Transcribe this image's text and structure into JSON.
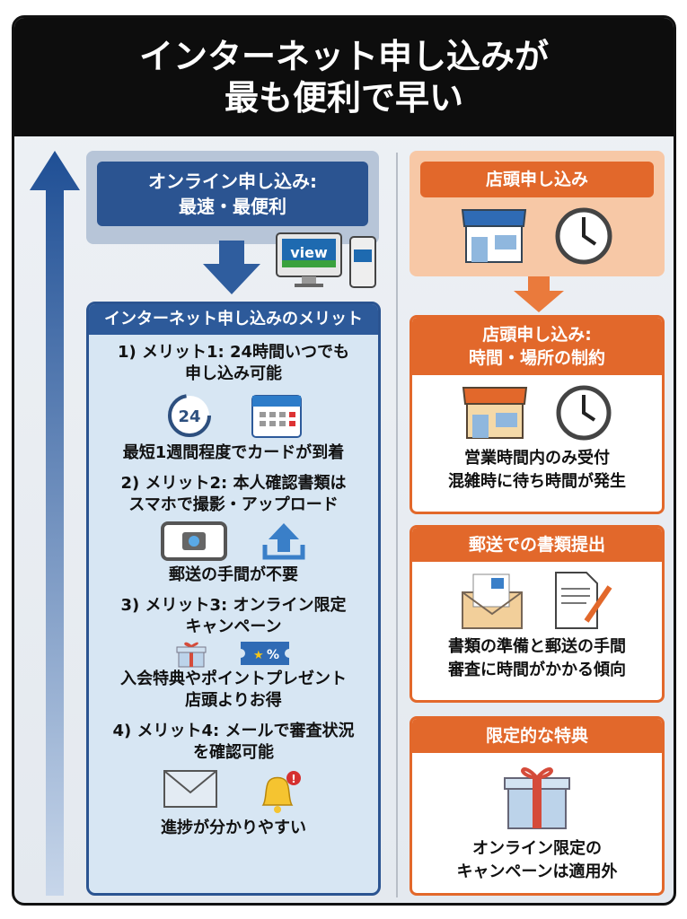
{
  "title": {
    "line1": "インターネット申し込みが",
    "line2": "最も便利で早い"
  },
  "online": {
    "heading_line1": "オンライン申し込み:",
    "heading_line2": "最速・最便利",
    "device_label": "view"
  },
  "merits": {
    "header": "インターネット申し込みのメリット",
    "items": [
      {
        "title_line1": "1) メリット1: 24時間いつでも",
        "title_line2": "申し込み可能",
        "icons": [
          "clock-24-icon",
          "calendar-icon"
        ],
        "notes": [
          "最短1週間程度でカードが到着"
        ]
      },
      {
        "title_line1": "2) メリット2: 本人確認書類は",
        "title_line2": "スマホで撮影・アップロード",
        "icons": [
          "phone-camera-icon",
          "upload-icon"
        ],
        "notes": [
          "郵送の手間が不要"
        ]
      },
      {
        "title_line1": "3) メリット3: オンライン限定",
        "title_line2": "キャンペーン",
        "icons": [
          "gift-icon",
          "coupon-icon"
        ],
        "notes": [
          "入会特典やポイントプレゼント",
          "店頭よりお得"
        ]
      },
      {
        "title_line1": "4) メリット4: メールで審査状況",
        "title_line2": "を確認可能",
        "icons": [
          "mail-icon",
          "bell-alert-icon"
        ],
        "notes": [
          "進捗が分かりやすい"
        ]
      }
    ]
  },
  "store": {
    "heading": "店頭申し込み",
    "box1": {
      "heading_line1": "店頭申し込み:",
      "heading_line2": "時間・場所の制約",
      "lines": [
        "営業時間内のみ受付",
        "混雑時に待ち時間が発生"
      ]
    },
    "box2": {
      "heading": "郵送での書類提出",
      "lines": [
        "書類の準備と郵送の手間",
        "審査に時間がかかる傾向"
      ]
    },
    "box3": {
      "heading": "限定的な特典",
      "lines": [
        "オンライン限定の",
        "キャンペーンは適用外"
      ]
    }
  },
  "colors": {
    "blue": "#2b5491",
    "orange": "#e2682b",
    "header": "#0d0d0d"
  }
}
